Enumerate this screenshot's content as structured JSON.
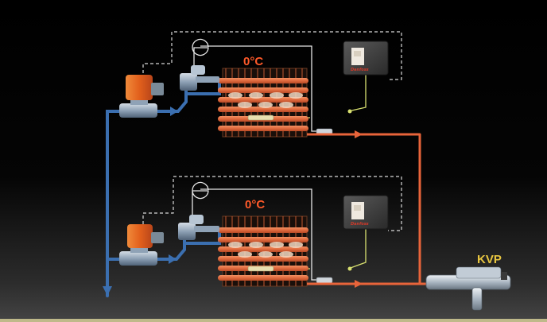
{
  "evaporators": [
    {
      "id": "upper",
      "temperature": "0°C",
      "controller_brand": "Danfoss"
    },
    {
      "id": "lower",
      "temperature": "0°C",
      "controller_brand": "Danfoss"
    }
  ],
  "kvp": {
    "label": "KVP"
  },
  "colors": {
    "liquid_line": "#3b6fb0",
    "suction_line": "#e8643a",
    "sensor_line": "#d8e070",
    "control_wire": "#d9d9d9",
    "label_temp": "#ff5a2a",
    "label_kvp": "#e8c640"
  }
}
